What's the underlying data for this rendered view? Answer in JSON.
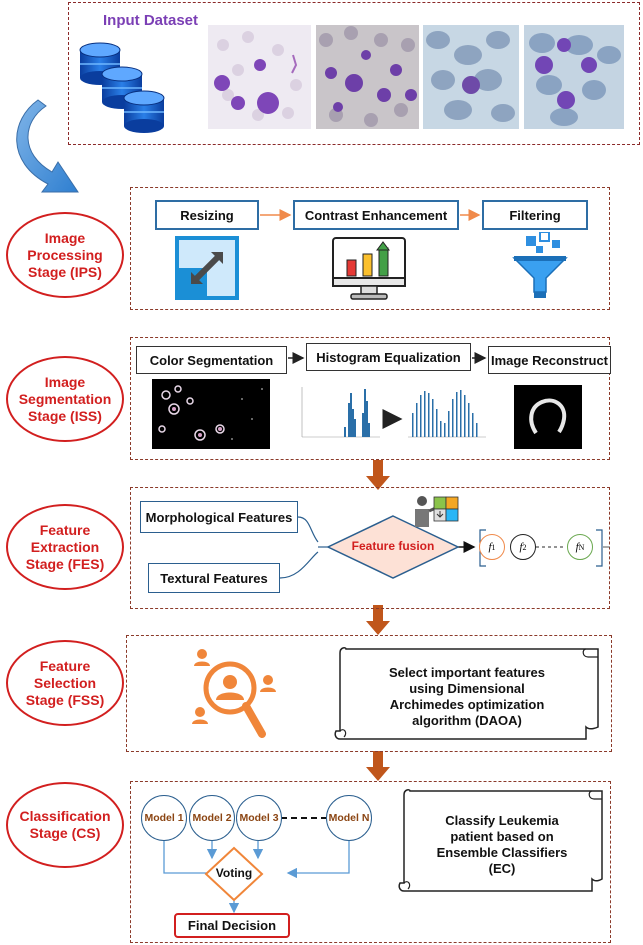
{
  "input": {
    "title": "Input Dataset"
  },
  "stages": {
    "ips": "Image\nProcessing\nStage (IPS)",
    "iss": "Image\nSegmentation\nStage (ISS)",
    "fes": "Feature\nExtraction\nStage (FES)",
    "fss": "Feature\nSelection\nStage (FSS)",
    "cs": "Classification\nStage (CS)"
  },
  "ips": {
    "resizing": "Resizing",
    "contrast": "Contrast Enhancement",
    "filtering": "Filtering"
  },
  "iss": {
    "color_seg": "Color Segmentation",
    "hist_eq": "Histogram Equalization",
    "reconstruct": "Image Reconstruct"
  },
  "fes": {
    "morph": "Morphological Features",
    "textural": "Textural Features",
    "fusion": "Feature fusion",
    "f1": "f",
    "f1_sub": "1",
    "f2": "f",
    "f2_sub": "2",
    "fn": "f",
    "fn_sub": "N"
  },
  "fss": {
    "scroll": "Select important features\nusing Dimensional\nArchimedes optimization\nalgorithm (DAOA)"
  },
  "cs": {
    "models": [
      "Model 1",
      "Model 2",
      "Model 3",
      "Model N"
    ],
    "voting": "Voting",
    "final": "Final Decision",
    "scroll": "Classify Leukemia\npatient based on\nEnsemble Classifiers\n(EC)"
  },
  "colors": {
    "stage_red": "#d21f1f",
    "dash_brown": "#8b3a2a",
    "box_blue": "#2e6da4",
    "arrow_orange": "#c0561b",
    "input_purple": "#7b3fb5"
  },
  "icons": [
    "database-icon",
    "resize-icon",
    "chart-monitor-icon",
    "funnel-icon",
    "puzzle-person-icon",
    "user-search-icon"
  ]
}
